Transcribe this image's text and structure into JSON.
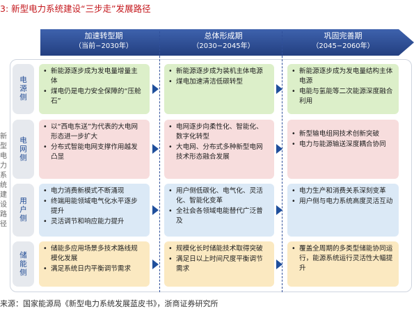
{
  "title": "3:  新型电力系统建设“三步走”发展路径",
  "left_cut_text": "新\n型\n电\n力\n系\n统\n建\n设\n路\n径",
  "phases": [
    {
      "name": "加速转型期",
      "period": "（当前−2030年）"
    },
    {
      "name": "总体形成期",
      "period": "（2030−2045年）"
    },
    {
      "name": "巩固完善期",
      "period": "（2045−2060年）"
    }
  ],
  "rows": [
    {
      "label": "电源侧",
      "cells": [
        [
          "新能源逐步成为发电量增量主体",
          "煤电仍是电力安全保障的“压舱石”"
        ],
        [
          "新能源逐步成为装机主体电源",
          "煤电加速清洁低碳转型"
        ],
        [
          "新能源逐步成为发电量结构主体电源",
          "电能与氢能等二次能源深度融合利用"
        ]
      ]
    },
    {
      "label": "电网侧",
      "cells": [
        [
          "以“西电东送”为代表的大电网形态进一步扩大",
          "分布式智能电网支撑作用越发凸显"
        ],
        [
          "电网逐步向柔性化、智能化、数字化转型",
          "大电网、分布式多种新型电网技术形态融合发展"
        ],
        [
          "新型输电组网技术创新突破",
          "电力与能源输送深度耦合协同"
        ]
      ]
    },
    {
      "label": "用户侧",
      "cells": [
        [
          "电力消费新模式不断涌现",
          "终端用能领域电气化水平逐步提升",
          "灵活调节和响应能力提升"
        ],
        [
          "用户侧低碳化、电气化、灵活化、智能化变革",
          "全社会各领域电能替代广泛普及"
        ],
        [
          "电力生产和消费关系深刻变革",
          "用户侧与电力系统高度灵活互动"
        ]
      ]
    },
    {
      "label": "储能侧",
      "cells": [
        [
          "储能多应用场景多技术路线规模化发展",
          "满足系统日内平衡调节需求"
        ],
        [
          "规模化长时储能技术取得突破",
          "满足日以上时间尺度平衡调节需求"
        ],
        [
          "覆盖全周期的多类型储能协同运行，能源系统运行灵活性大幅提升"
        ]
      ]
    }
  ],
  "footer": "来源：国家能源局《新型电力系统发展蓝皮书》，浙商证券研究所",
  "colors": {
    "arrow_blue": "#2a4c95",
    "row_label_text": "#1f4a94",
    "title_red": "#c4171c",
    "row_fills": [
      "#dcefc9",
      "#f7dddd",
      "#dbe9f6",
      "#fbe9c1"
    ]
  }
}
